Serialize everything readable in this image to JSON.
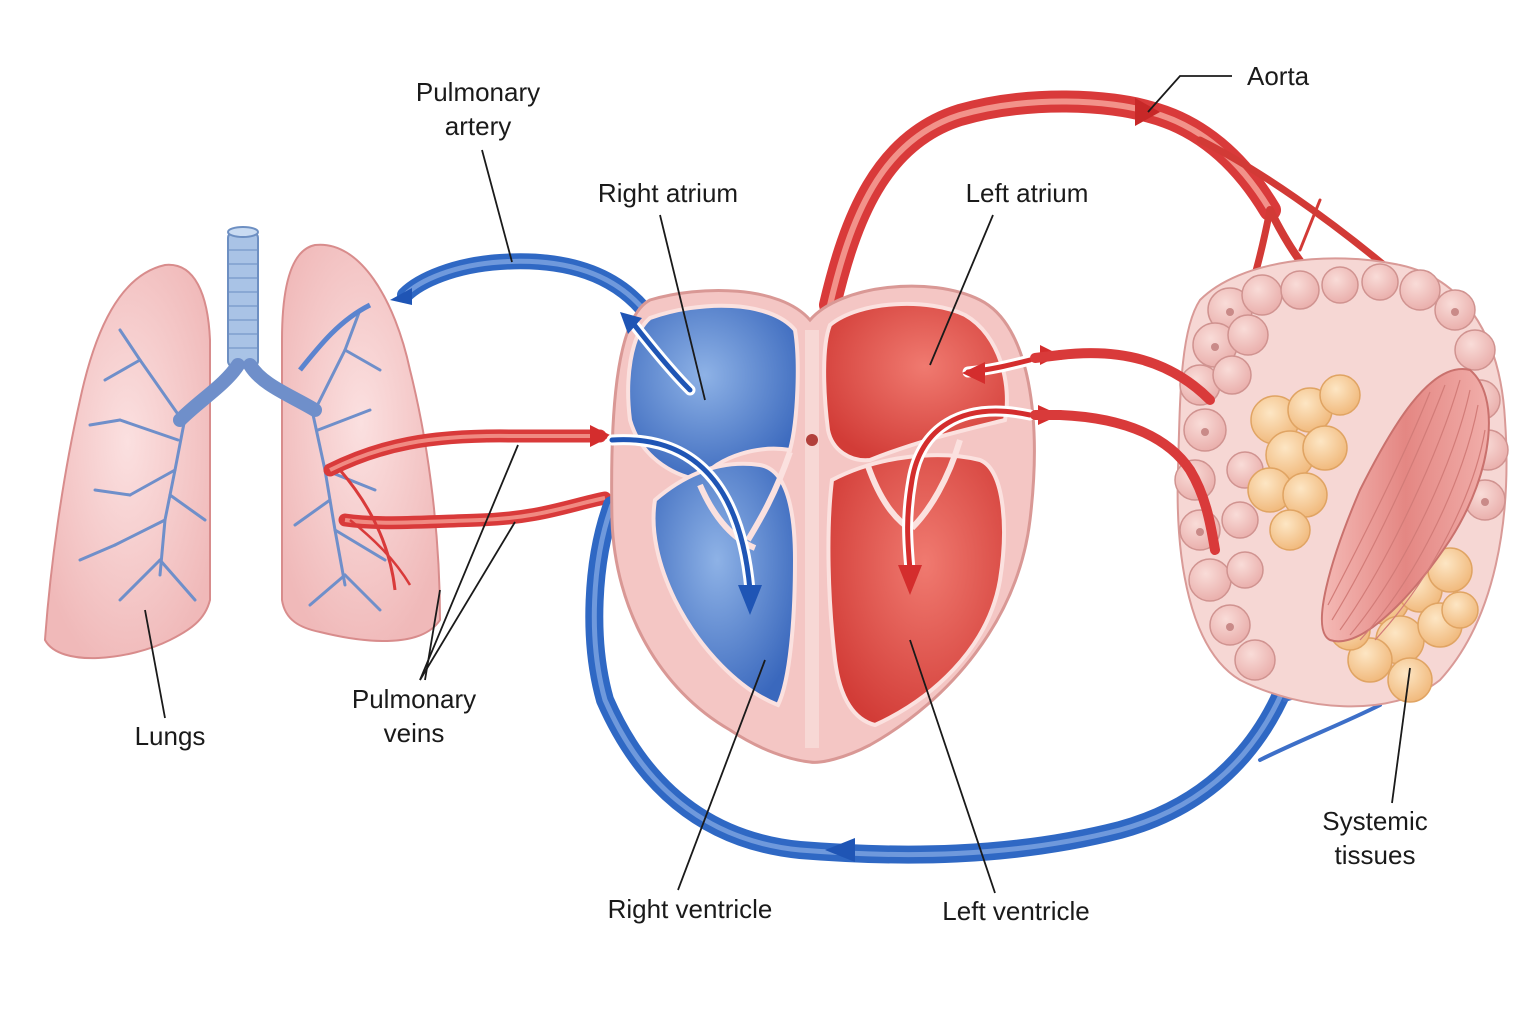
{
  "labels": {
    "pulmonary_artery": [
      "Pulmonary",
      "artery"
    ],
    "aorta": "Aorta",
    "right_atrium": "Right atrium",
    "left_atrium": "Left atrium",
    "lungs": "Lungs",
    "pulmonary_veins": [
      "Pulmonary",
      "veins"
    ],
    "right_ventricle": "Right ventricle",
    "left_ventricle": "Left ventricle",
    "systemic_tissues": [
      "Systemic",
      "tissues"
    ]
  },
  "colors": {
    "oxygenated": "#d93a3a",
    "deoxygenated": "#2f68c4",
    "lung_tissue": "#f3c3c3",
    "heart_wall": "#f4c6c4",
    "fat_tissue": "#f6c88e",
    "muscle_tissue": "#e99a98"
  }
}
